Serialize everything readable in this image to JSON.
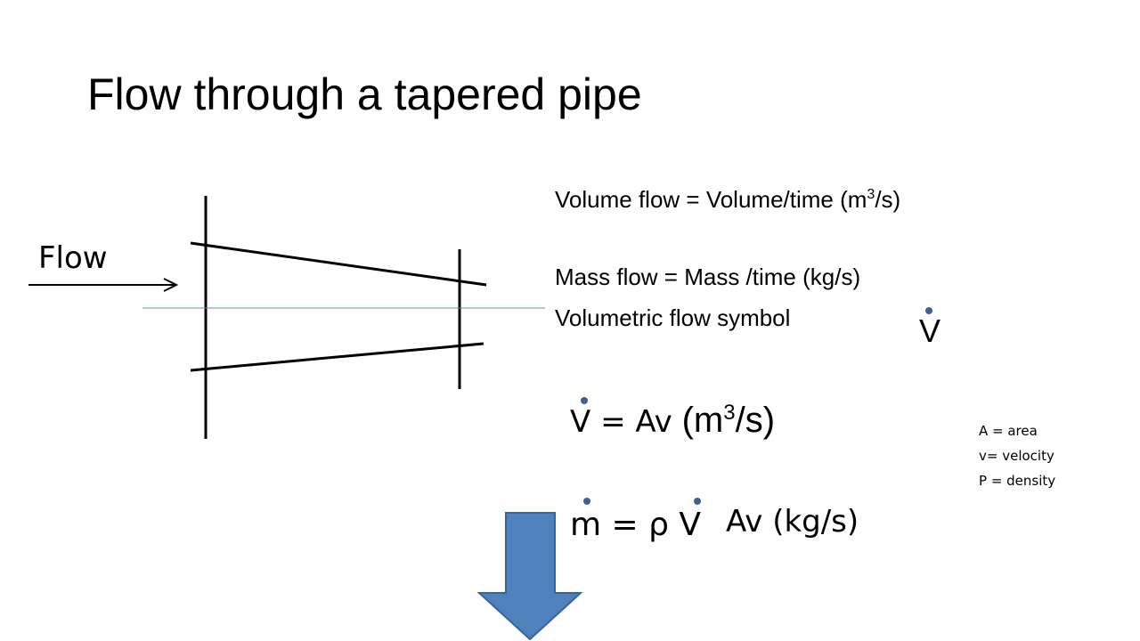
{
  "slide": {
    "title": "Flow through a tapered pipe",
    "diagram": {
      "flow_label": "Flow"
    },
    "definitions": {
      "volume_flow": "Volume flow  = Volume/time (m",
      "volume_flow_exp": "3",
      "volume_flow_end": "/s)",
      "mass_flow": "Mass flow = Mass /time (kg/s)",
      "symbol_label": "Volumetric flow symbol",
      "symbol": "V"
    },
    "equation1": {
      "lhs": "V",
      "rhs": " = Av ",
      "unit": "(m",
      "unit_exp": "3",
      "unit_end": "/s)"
    },
    "equation2": {
      "lhs": "m = ρ ",
      "v": "V",
      "rhs": " Av (kg/s)"
    },
    "legend": [
      "A = area",
      "v= velocity",
      "P = density"
    ],
    "arrow_color": "#4f81bd"
  }
}
